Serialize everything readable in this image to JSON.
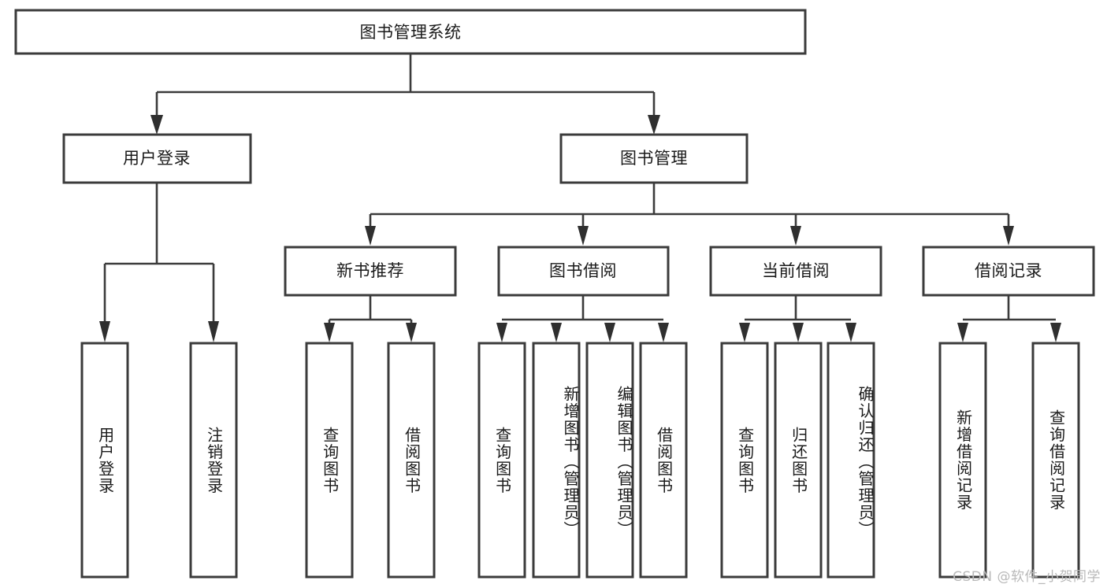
{
  "diagram": {
    "type": "tree",
    "title": "图书管理系统",
    "orientation": "top-down",
    "colors": {
      "box_stroke": "#3b3b3b",
      "box_fill": "#ffffff",
      "connector": "#3b3b3b",
      "text": "#1a1a1a",
      "background": "#ffffff",
      "watermark": "#b9b9b9"
    },
    "root": {
      "label": "图书管理系统"
    },
    "level2": [
      {
        "label": "用户登录"
      },
      {
        "label": "图书管理"
      }
    ],
    "level3": [
      {
        "label": "新书推荐"
      },
      {
        "label": "图书借阅"
      },
      {
        "label": "当前借阅"
      },
      {
        "label": "借阅记录"
      }
    ],
    "leaves": {
      "user_login": [
        {
          "label": "用户登录"
        },
        {
          "label": "注销登录"
        }
      ],
      "new_book": [
        {
          "label": "查询图书"
        },
        {
          "label": "借阅图书"
        }
      ],
      "book_borrow": [
        {
          "label": "查询图书"
        },
        {
          "label": "新增图书（管理员）"
        },
        {
          "label": "编辑图书（管理员）"
        },
        {
          "label": "借阅图书"
        }
      ],
      "current_borrow": [
        {
          "label": "查询图书"
        },
        {
          "label": "归还图书"
        },
        {
          "label": "确认归还（管理员）"
        }
      ],
      "borrow_record": [
        {
          "label": "新增借阅记录"
        },
        {
          "label": "查询借阅记录"
        }
      ]
    }
  },
  "watermark": {
    "text": "CSDN @软件_小贺同学"
  }
}
